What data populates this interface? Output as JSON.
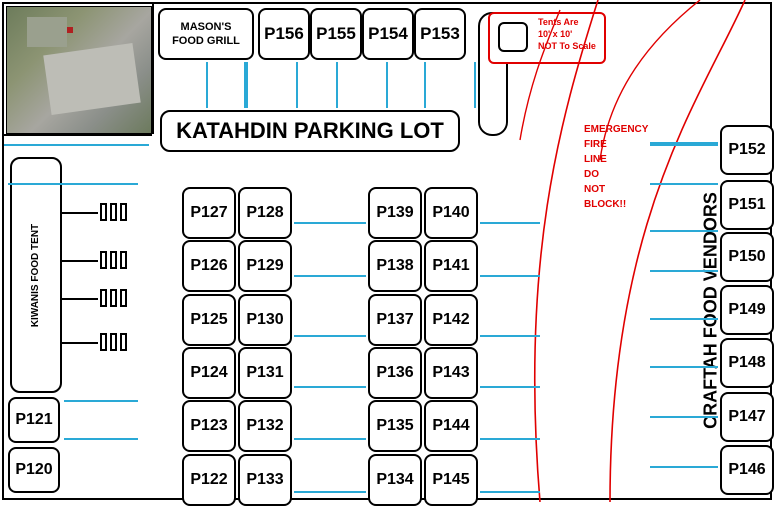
{
  "title": "KATAHDIN PARKING LOT",
  "grill": {
    "line1": "MASON'S",
    "line2": "FOOD GRILL"
  },
  "top_plots": [
    "P156",
    "P155",
    "P154",
    "P153"
  ],
  "scale_note": {
    "line1": "Tents Are",
    "line2": "10' x 10'",
    "line3": "NOT To Scale"
  },
  "emergency": [
    "EMERGENCY",
    "FIRE",
    "LINE",
    "DO",
    "NOT",
    "BLOCK!!"
  ],
  "kiwanis_label": "KIWANIS FOOD TENT",
  "vendors_label": "CRAFTAH FOOD VENDORS",
  "left_plots": [
    "P121",
    "P120"
  ],
  "col1": [
    "P127",
    "P126",
    "P125",
    "P124",
    "P123",
    "P122"
  ],
  "col2": [
    "P128",
    "P129",
    "P130",
    "P131",
    "P132",
    "P133"
  ],
  "col3": [
    "P139",
    "P138",
    "P137",
    "P136",
    "P135",
    "P134"
  ],
  "col4": [
    "P140",
    "P141",
    "P142",
    "P143",
    "P144",
    "P145"
  ],
  "right_plots": [
    "P152",
    "P151",
    "P150",
    "P149",
    "P148",
    "P147",
    "P146"
  ],
  "colors": {
    "line": "#2aa9d6",
    "fire_line": "#e00000",
    "outline": "#000000"
  }
}
